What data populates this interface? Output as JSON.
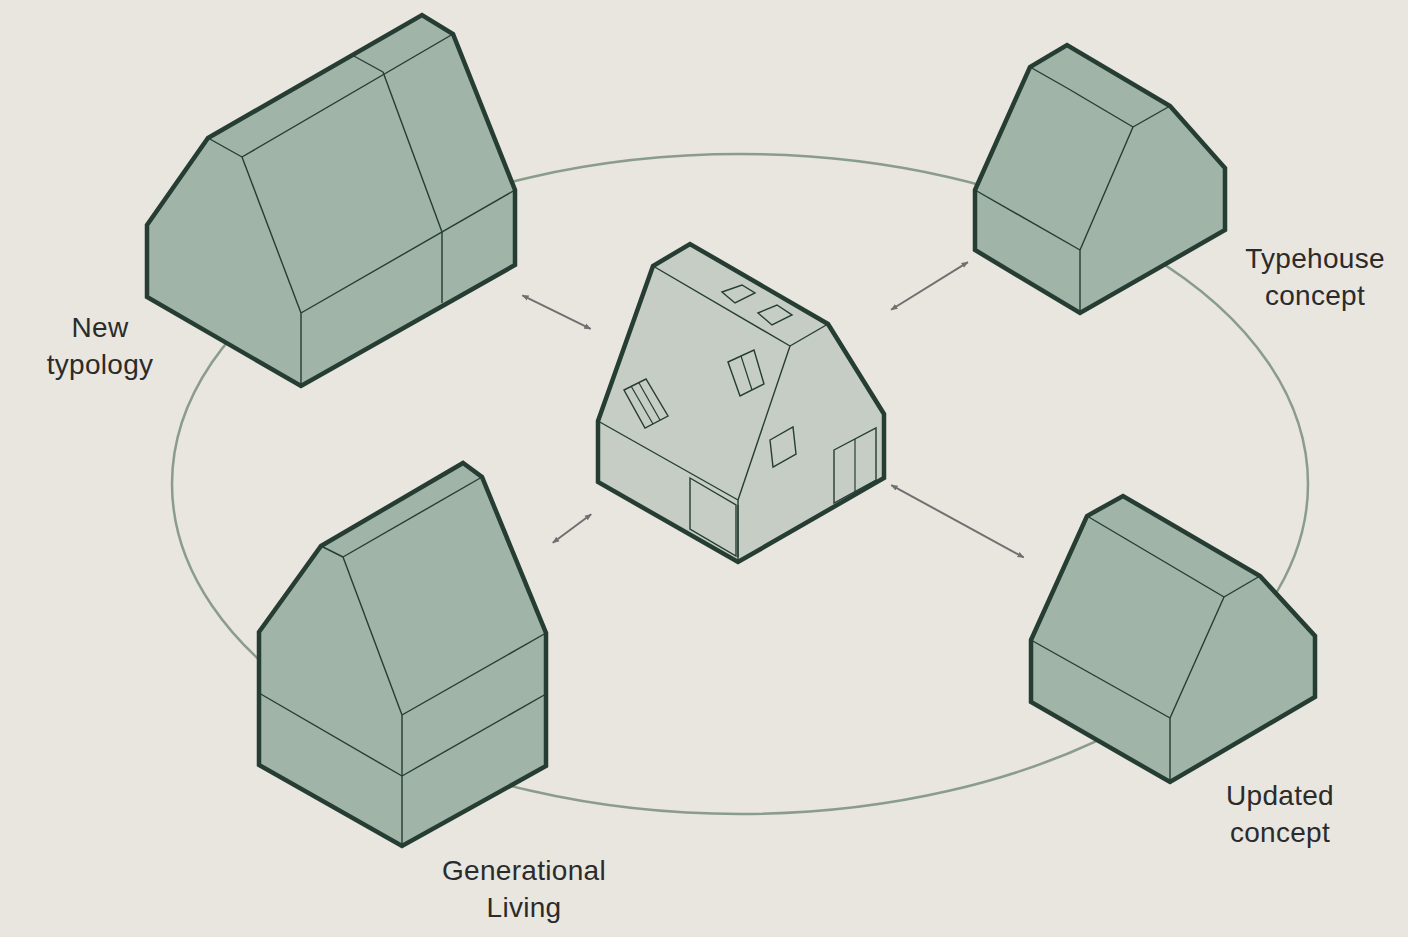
{
  "diagram": {
    "nodes": [
      {
        "text": [
          "New typology"
        ]
      },
      {
        "text": [
          "Typehouse concept"
        ]
      },
      {
        "text": []
      },
      {
        "text": [
          "Generational Living"
        ]
      },
      {
        "text": [
          "Updated concept"
        ]
      }
    ],
    "edges": [
      {
        "from": 2,
        "to": 0,
        "arrow": "both"
      },
      {
        "from": 2,
        "to": 1,
        "arrow": "both"
      },
      {
        "from": 2,
        "to": 3,
        "arrow": "both"
      },
      {
        "from": 2,
        "to": 4,
        "arrow": "both"
      }
    ]
  }
}
